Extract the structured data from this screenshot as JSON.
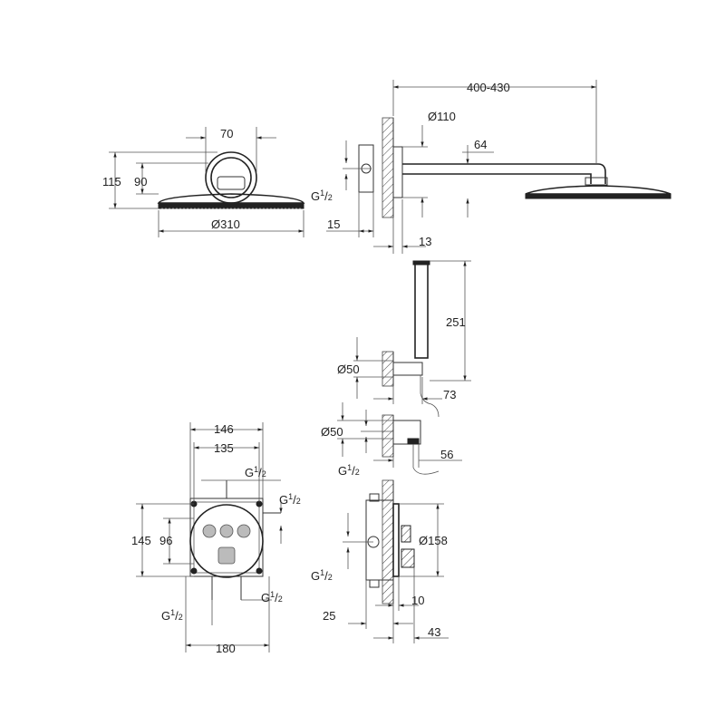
{
  "head_front": {
    "d_70": "70",
    "d_115": "115",
    "d_90": "90",
    "d_310": "Ø310"
  },
  "head_side": {
    "d_400_430": "400-430",
    "d_110": "Ø110",
    "d_64": "64",
    "g12": "G",
    "d_15": "15",
    "d_13": "13"
  },
  "hand_shower": {
    "d_251": "251",
    "d_50": "Ø50",
    "d_73": "73"
  },
  "outlet": {
    "d_50": "Ø50",
    "g12": "G",
    "d_56": "56"
  },
  "box_front": {
    "d_146": "146",
    "d_135": "135",
    "g12_top": "G",
    "g12_right": "G",
    "d_145": "145",
    "d_96": "96",
    "g12_bl": "G",
    "g12_br": "G",
    "d_180": "180"
  },
  "box_side": {
    "d_158": "Ø158",
    "g12": "G",
    "d_25": "25",
    "d_10": "10",
    "d_43": "43"
  },
  "fraction": {
    "num": "1",
    "den": "2"
  }
}
